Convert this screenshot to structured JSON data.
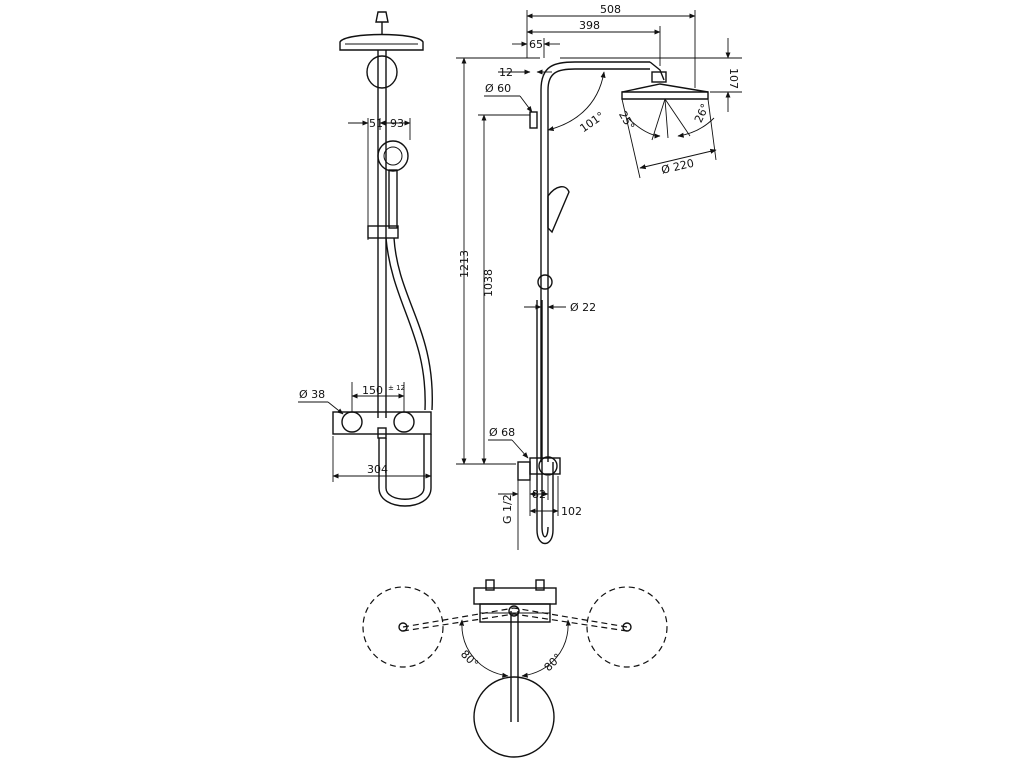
{
  "dims": {
    "d_508": "508",
    "d_398": "398",
    "d_65": "65",
    "d_12": "12",
    "d_107": "107",
    "d_60": "Ø 60",
    "d_101": "101°",
    "d_25": "25°",
    "d_26": "26°",
    "d_220": "Ø 220",
    "d_1213": "1213",
    "d_1038": "1038",
    "d_22": "Ø 22",
    "d_68": "Ø 68",
    "d_g12": "G 1/2",
    "d_82": "82",
    "d_102": "102",
    "d_51": "51",
    "d_93": "93",
    "d_38": "Ø 38",
    "d_150": "150",
    "d_150tol": "± 12",
    "d_304": "304",
    "d_80a": "80°",
    "d_80b": "80°"
  }
}
